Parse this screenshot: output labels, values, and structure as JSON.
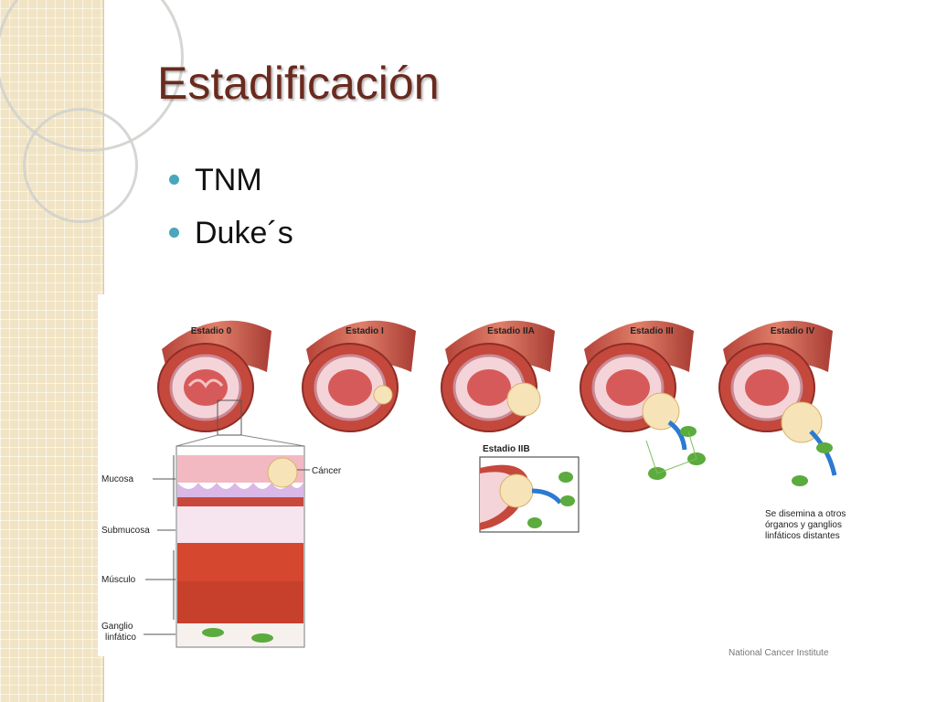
{
  "slide": {
    "title": "Estadificación",
    "bullets": [
      "TNM",
      "Duke´s"
    ]
  },
  "figure": {
    "stages": [
      "Estadio 0",
      "Estadio I",
      "Estadio IIA",
      "Estadio III",
      "Estadio IV"
    ],
    "inset_label": "Estadio IIB",
    "layers": {
      "mucosa": "Mucosa",
      "submucosa": "Submucosa",
      "musculo": "Músculo",
      "ganglio_line1": "Ganglio",
      "ganglio_line2": "linfático",
      "cancer": "Cáncer"
    },
    "spread_note": [
      "Se disemina a otros",
      "órganos y ganglios",
      "linfáticos distantes"
    ],
    "credit": "National Cancer Institute"
  }
}
